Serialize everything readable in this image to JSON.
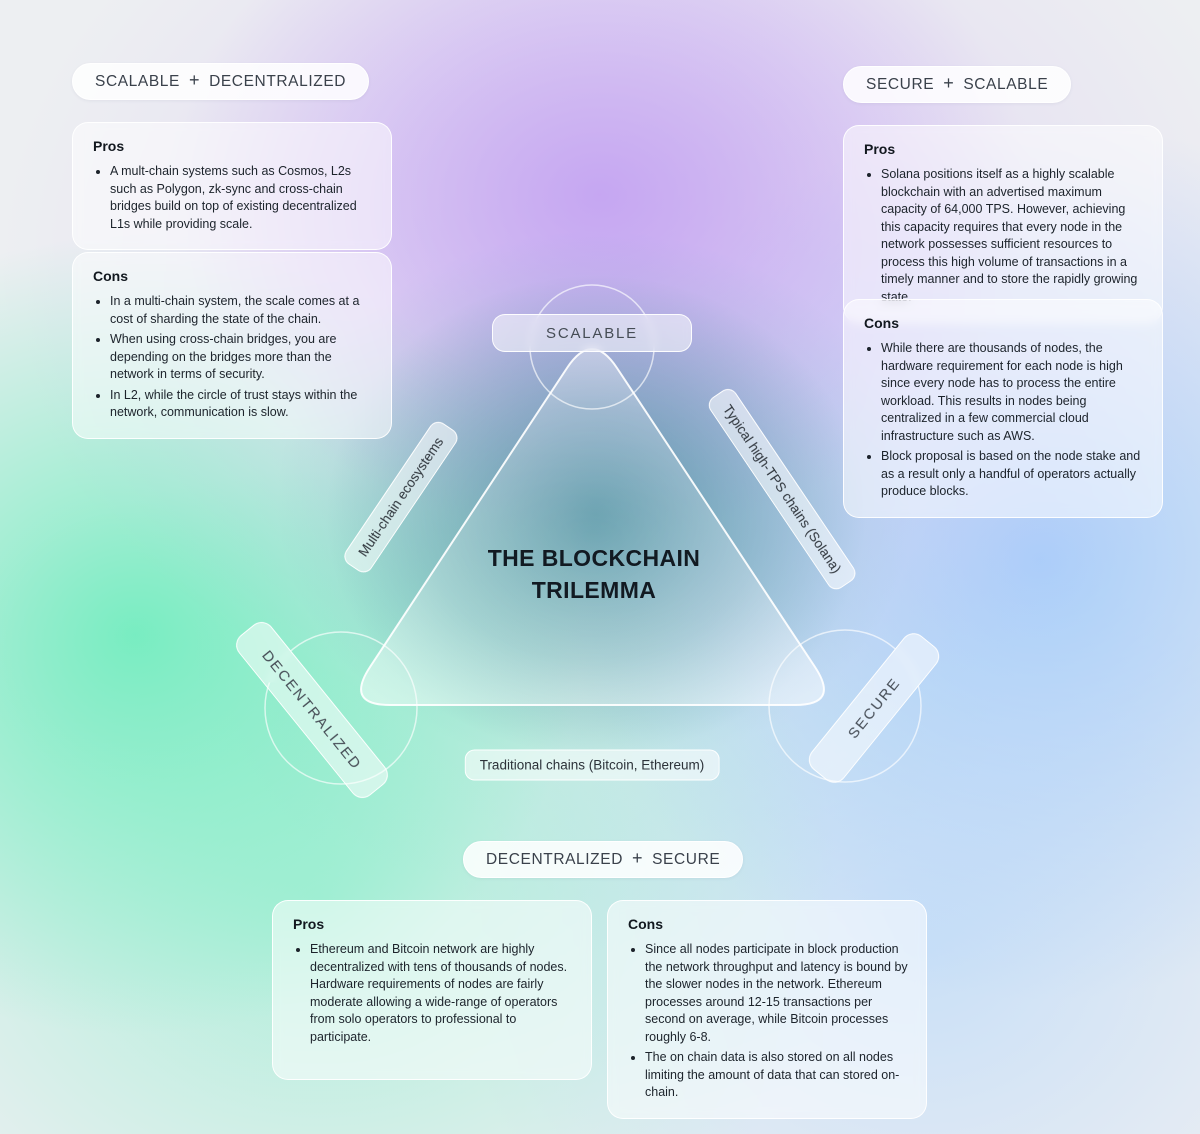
{
  "center": {
    "title_line1": "THE BLOCKCHAIN",
    "title_line2": "TRILEMMA"
  },
  "triangle": {
    "vertex_top": "SCALABLE",
    "vertex_left": "DECENTRALIZED",
    "vertex_right": "SECURE",
    "edge_left_label": "Multi-chain ecosystems",
    "edge_right_label": "Typical high-TPS chains (Solana)",
    "edge_bottom_label": "Traditional chains (Bitcoin, Ethereum)"
  },
  "groups": {
    "scalable_decentralized": {
      "title_parts": [
        "SCALABLE",
        "+",
        "DECENTRALIZED"
      ],
      "pros": {
        "heading": "Pros",
        "bullets": [
          "A mult-chain systems such as Cosmos, L2s such as Polygon, zk-sync and cross-chain bridges build on top of existing decentralized L1s while providing scale."
        ]
      },
      "cons": {
        "heading": "Cons",
        "bullets": [
          "In a multi-chain system, the scale comes at a cost of sharding the state of the chain.",
          "When using cross-chain bridges, you are depending on the bridges more than the network in terms of security.",
          "In L2, while the circle of trust stays within the network, communication is slow."
        ]
      }
    },
    "secure_scalable": {
      "title_parts": [
        "SECURE",
        "+",
        "SCALABLE"
      ],
      "pros": {
        "heading": "Pros",
        "bullets": [
          "Solana positions itself as a highly scalable blockchain with an advertised maximum capacity of 64,000 TPS. However, achieving this capacity requires that every node in the network possesses sufficient resources to process this high volume of transactions in a timely manner and to store the rapidly growing state."
        ]
      },
      "cons": {
        "heading": "Cons",
        "bullets": [
          "While there are thousands of nodes, the hardware requirement for each node is high since every node has to process the entire workload. This results in nodes being centralized in a few commercial cloud infrastructure such as AWS.",
          "Block proposal is based on the node stake and as a result only a handful of operators actually produce blocks."
        ]
      }
    },
    "decentralized_secure": {
      "title_parts": [
        "DECENTRALIZED",
        "+",
        "SECURE"
      ],
      "pros": {
        "heading": "Pros",
        "bullets": [
          "Ethereum and Bitcoin network are highly decentralized with tens of thousands of nodes. Hardware requirements of nodes are fairly moderate allowing a wide-range of operators from solo operators to professional to participate."
        ]
      },
      "cons": {
        "heading": "Cons",
        "bullets": [
          "Since all nodes participate in block production the network throughput and latency is bound by the slower nodes in the network. Ethereum processes around 12-15 transactions per second on average, while Bitcoin processes roughly 6-8.",
          "The on chain data is also stored on all nodes limiting the amount of data that can stored on-chain."
        ]
      }
    }
  },
  "colors": {
    "purple_blob": "#be99f2",
    "green_blob": "#60ecb7",
    "blue_blob": "#94c4fc",
    "teal_glow": "#116c7a",
    "base_background": "#edeff2",
    "title_text": "#121a22"
  }
}
